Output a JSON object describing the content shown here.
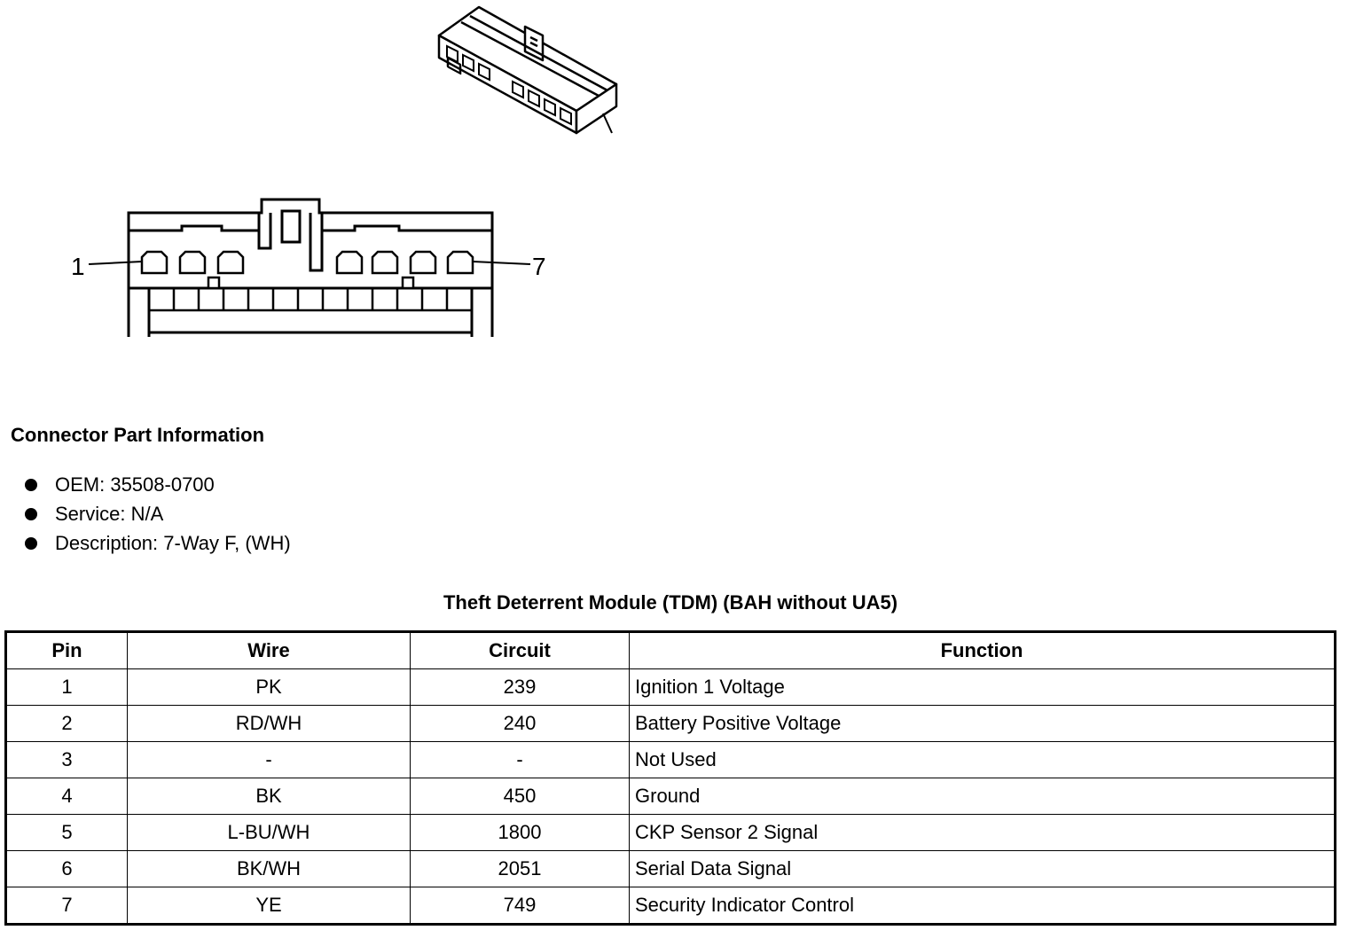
{
  "connector": {
    "pin_labels": [
      "1",
      "7"
    ]
  },
  "part_info": {
    "title": "Connector Part Information",
    "items": [
      "OEM: 35508-0700",
      "Service: N/A",
      "Description: 7-Way F, (WH)"
    ]
  },
  "table": {
    "title": "Theft Deterrent Module (TDM) (BAH without UA5)",
    "headers": [
      "Pin",
      "Wire",
      "Circuit",
      "Function"
    ],
    "rows": [
      [
        "1",
        "PK",
        "239",
        "Ignition 1 Voltage"
      ],
      [
        "2",
        "RD/WH",
        "240",
        "Battery Positive Voltage"
      ],
      [
        "3",
        "-",
        "-",
        "Not Used"
      ],
      [
        "4",
        "BK",
        "450",
        "Ground"
      ],
      [
        "5",
        "L-BU/WH",
        "1800",
        "CKP Sensor 2 Signal"
      ],
      [
        "6",
        "BK/WH",
        "2051",
        "Serial Data Signal"
      ],
      [
        "7",
        "YE",
        "749",
        "Security Indicator Control"
      ]
    ]
  }
}
